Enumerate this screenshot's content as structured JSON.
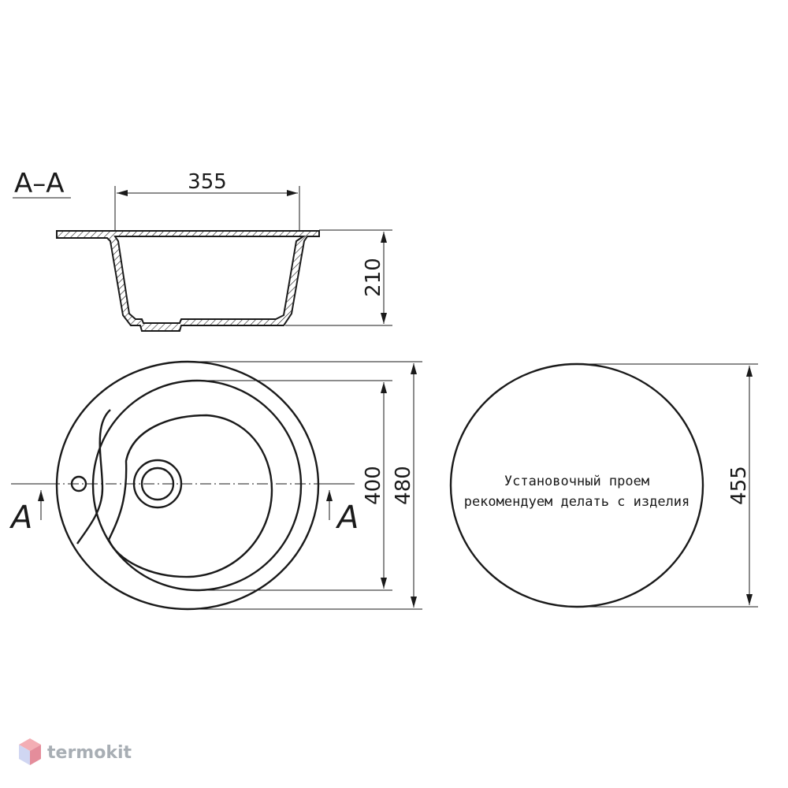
{
  "section": {
    "title": "A–A",
    "width_label": "355",
    "depth_label": "210"
  },
  "top_view": {
    "inner_label": "400",
    "outer_label": "480",
    "cut_left": "A",
    "cut_right": "A"
  },
  "cutout": {
    "size_label": "455",
    "note_line1": "Установочный проем",
    "note_line2": "рекомендуем делать с изделия"
  },
  "brand": {
    "name": "termokit",
    "colors": {
      "top": "#f2a0a8",
      "left": "#c8d0f0",
      "right": "#e07a8a"
    }
  }
}
